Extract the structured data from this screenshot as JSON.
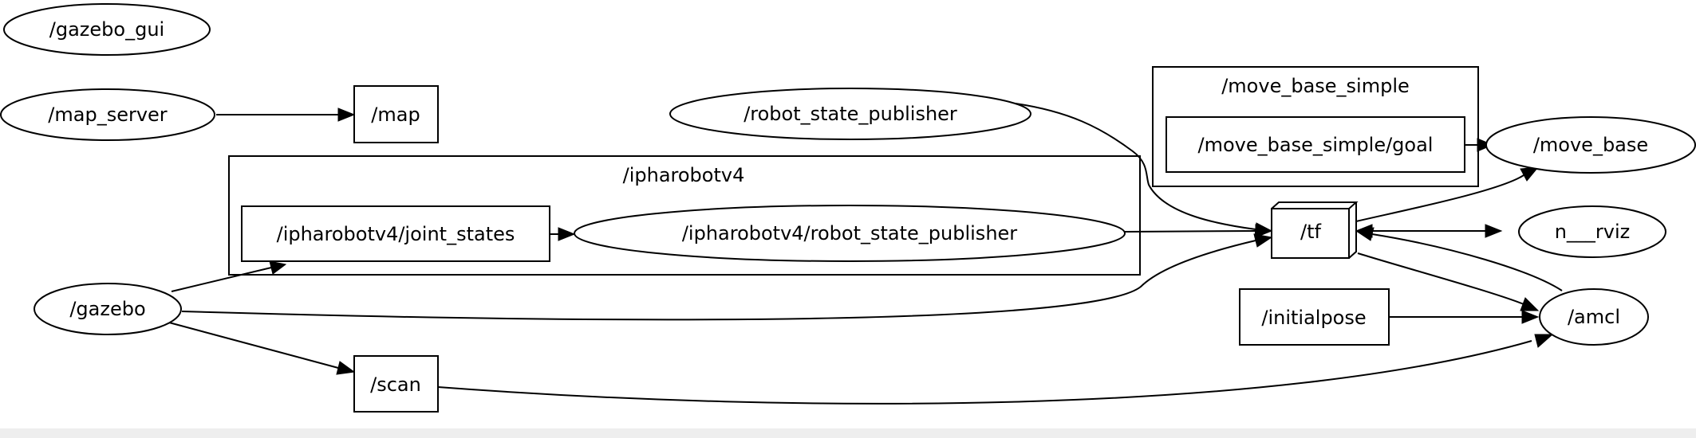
{
  "graph": {
    "nodes": {
      "gazebo_gui": "/gazebo_gui",
      "map_server": "/map_server",
      "map": "/map",
      "robot_state_publisher": "/robot_state_publisher",
      "move_base_simple_cluster": "/move_base_simple",
      "move_base_simple_goal": "/move_base_simple/goal",
      "move_base": "/move_base",
      "ipharobotv4_cluster": "/ipharobotv4",
      "ipharobotv4_joint_states": "/ipharobotv4/joint_states",
      "ipharobotv4_robot_state_publisher": "/ipharobotv4/robot_state_publisher",
      "tf": "/tf",
      "rviz": "n___rviz",
      "gazebo": "/gazebo",
      "initialpose": "/initialpose",
      "amcl": "/amcl",
      "scan": "/scan"
    },
    "edges": [
      {
        "from": "/map_server",
        "to": "/map"
      },
      {
        "from": "/robot_state_publisher",
        "to": "/tf"
      },
      {
        "from": "/move_base_simple/goal",
        "to": "/move_base"
      },
      {
        "from": "/tf",
        "to": "/move_base"
      },
      {
        "from": "/ipharobotv4/joint_states",
        "to": "/ipharobotv4/robot_state_publisher"
      },
      {
        "from": "/ipharobotv4/robot_state_publisher",
        "to": "/tf"
      },
      {
        "from": "/tf",
        "to": "n___rviz"
      },
      {
        "from": "/tf",
        "to": "/amcl"
      },
      {
        "from": "/amcl",
        "to": "/tf"
      },
      {
        "from": "/gazebo",
        "to": "/ipharobotv4/joint_states"
      },
      {
        "from": "/gazebo",
        "to": "/tf"
      },
      {
        "from": "/gazebo",
        "to": "/scan"
      },
      {
        "from": "/initialpose",
        "to": "/amcl"
      },
      {
        "from": "/scan",
        "to": "/amcl"
      }
    ]
  }
}
